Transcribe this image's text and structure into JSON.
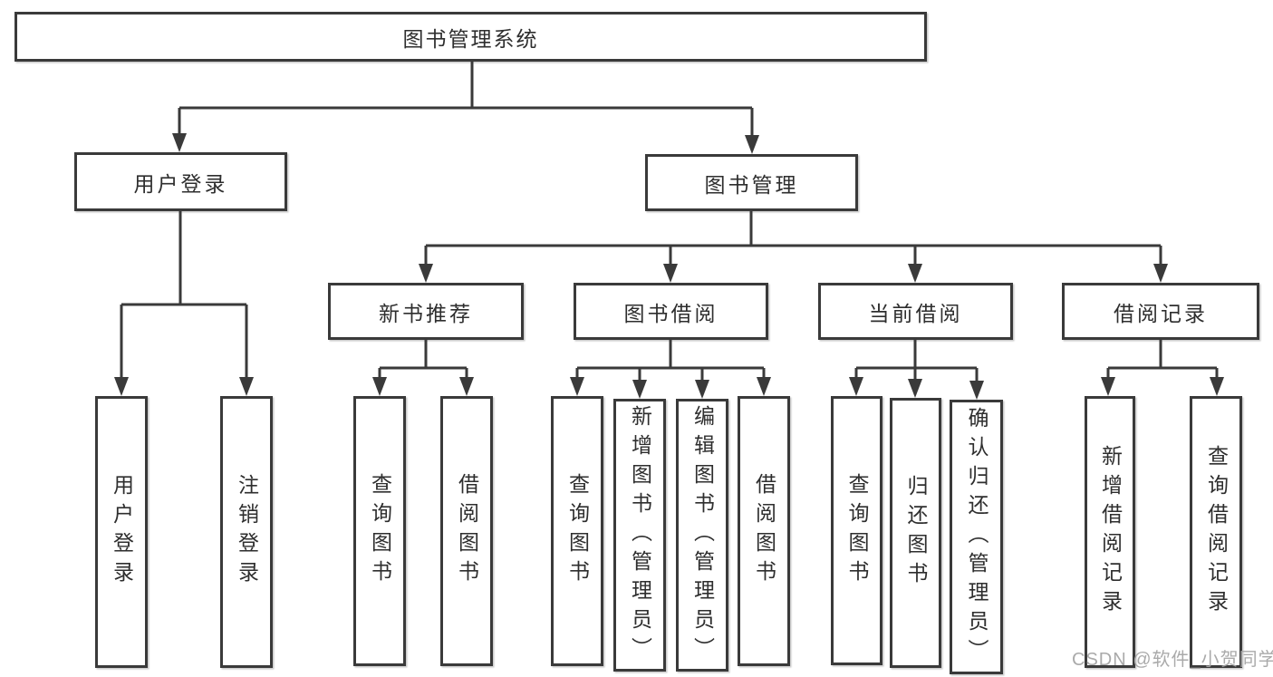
{
  "watermark": "CSDN @软件_小贺同学",
  "colors": {
    "line": "#3a3a3a",
    "text": "#2e2e2e",
    "watermark": "#a5a5a5",
    "background": "#ffffff"
  },
  "tree": {
    "root": {
      "label": "图书管理系统",
      "children": [
        {
          "label": "用户登录",
          "children": [
            {
              "label": "用户登录"
            },
            {
              "label": "注销登录"
            }
          ]
        },
        {
          "label": "图书管理",
          "children": [
            {
              "label": "新书推荐",
              "children": [
                {
                  "label": "查询图书"
                },
                {
                  "label": "借阅图书"
                }
              ]
            },
            {
              "label": "图书借阅",
              "children": [
                {
                  "label": "查询图书"
                },
                {
                  "label": "新增图书（管理员）"
                },
                {
                  "label": "编辑图书（管理员）"
                },
                {
                  "label": "借阅图书"
                }
              ]
            },
            {
              "label": "当前借阅",
              "children": [
                {
                  "label": "查询图书"
                },
                {
                  "label": "归还图书"
                },
                {
                  "label": "确认归还（管理员）"
                }
              ]
            },
            {
              "label": "借阅记录",
              "children": [
                {
                  "label": "新增借阅记录"
                },
                {
                  "label": "查询借阅记录"
                }
              ]
            }
          ]
        }
      ]
    }
  }
}
